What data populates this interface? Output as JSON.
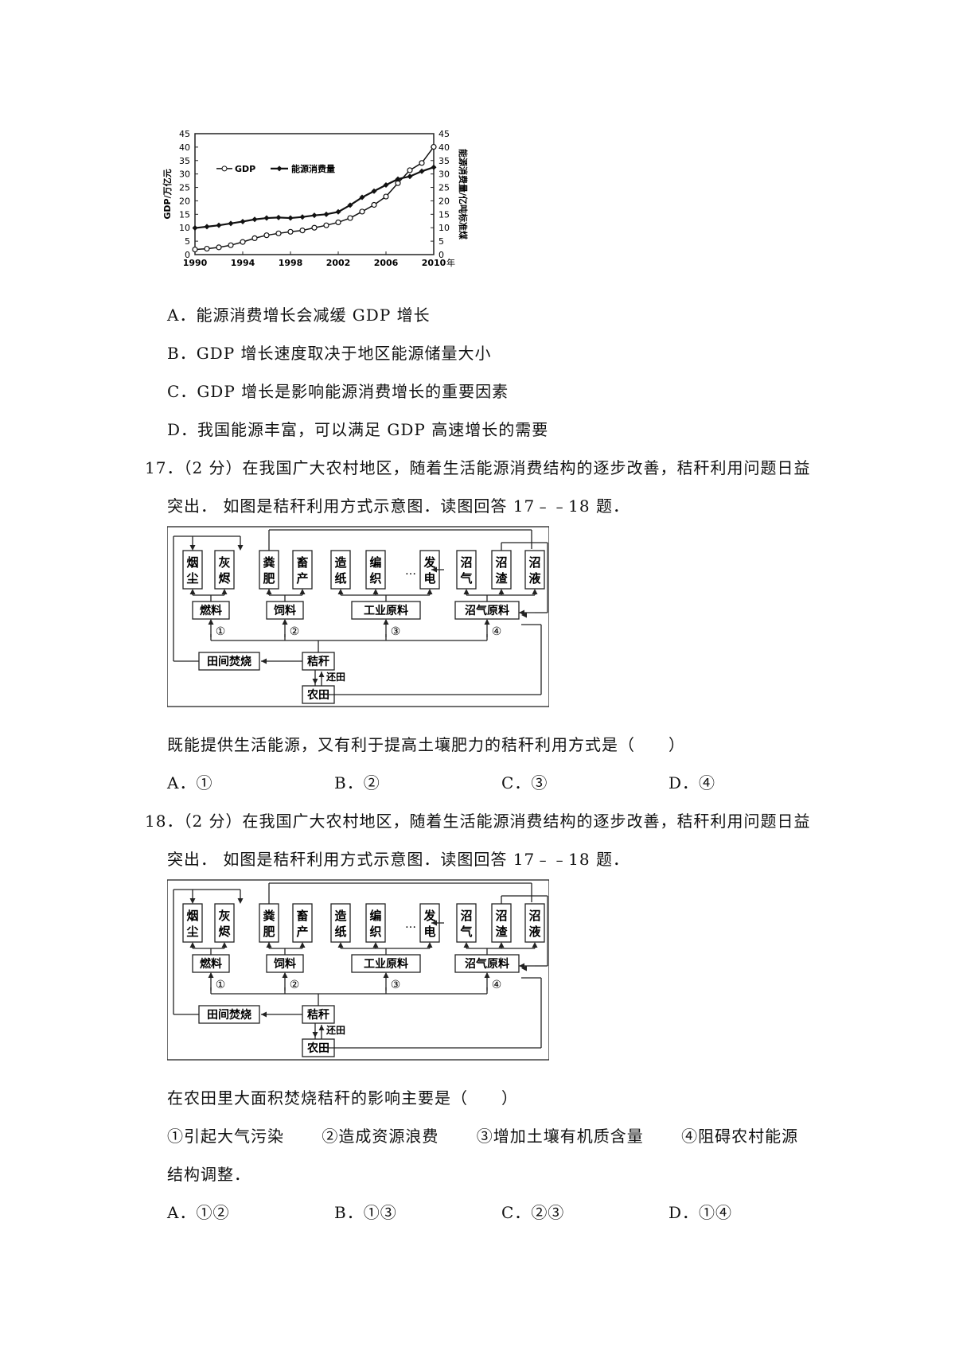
{
  "chart_data": {
    "type": "line",
    "x": [
      1990,
      1991,
      1992,
      1993,
      1994,
      1995,
      1996,
      1997,
      1998,
      1999,
      2000,
      2001,
      2002,
      2003,
      2004,
      2005,
      2006,
      2007,
      2008,
      2009,
      2010
    ],
    "series": [
      {
        "name": "GDP",
        "marker": "circle",
        "values": [
          1.9,
          2.2,
          2.7,
          3.5,
          4.7,
          6.1,
          7.2,
          7.9,
          8.5,
          9.0,
          10.0,
          10.9,
          12.0,
          13.6,
          16.0,
          18.5,
          21.6,
          26.6,
          31.4,
          34.1,
          40.1
        ]
      },
      {
        "name": "能源消费量",
        "marker": "diamond",
        "values": [
          9.9,
          10.4,
          10.9,
          11.6,
          12.3,
          13.1,
          13.6,
          13.8,
          13.6,
          14.0,
          14.6,
          15.0,
          15.9,
          18.4,
          21.3,
          23.6,
          25.9,
          28.1,
          29.1,
          31.0,
          32.5
        ]
      }
    ],
    "yticks": [
      0,
      5,
      10,
      15,
      20,
      25,
      30,
      35,
      40,
      45
    ],
    "xticks": [
      1990,
      1994,
      1998,
      2002,
      2006,
      2010
    ],
    "xlim": [
      1990,
      2010
    ],
    "ylim": [
      0,
      45
    ],
    "ylabel": "GDP/万亿元",
    "y2label": "能源消费量/亿吨标准煤",
    "xunit": "年",
    "legend_position": "top-left",
    "grid": false
  },
  "q16": {
    "options": [
      {
        "letter": "A．",
        "text": "能源消费增长会减缓 GDP 增长"
      },
      {
        "letter": "B．",
        "text": "GDP 增长速度取决于地区能源储量大小"
      },
      {
        "letter": "C．",
        "text": "GDP 增长是影响能源消费增长的重要因素"
      },
      {
        "letter": "D．",
        "text": "我国能源丰富，可以满足 GDP 高速增长的需要"
      }
    ]
  },
  "diagram": {
    "top_boxes": [
      "烟尘",
      "灰烬",
      "粪肥",
      "畜产",
      "造纸",
      "编织",
      "发电",
      "沼气",
      "沼渣",
      "沼液"
    ],
    "ellipsis": "…",
    "mid_boxes": [
      "燃料",
      "饲料",
      "工业原料",
      "沼气原料"
    ],
    "circles": [
      "①",
      "②",
      "③",
      "④"
    ],
    "burn": "田间焚烧",
    "straw": "秸秆",
    "return_label": "还田",
    "field": "农田"
  },
  "q17": {
    "line1": "17．（2 分）在我国广大农村地区，随着生活能源消费结构的逐步改善，秸秆利用问题日益",
    "line2": "突出．  如图是秸秆利用方式示意图．读图回答 17﹣﹣18 题．",
    "question": "既能提供生活能源，又有利于提高土壤肥力的秸秆利用方式是（　　）",
    "options": [
      {
        "letter": "A．",
        "text": "①"
      },
      {
        "letter": "B．",
        "text": "②"
      },
      {
        "letter": "C．",
        "text": "③"
      },
      {
        "letter": "D．",
        "text": "④"
      }
    ]
  },
  "q18": {
    "line1": "18．（2 分）在我国广大农村地区，随着生活能源消费结构的逐步改善，秸秆利用问题日益",
    "line2": "突出．  如图是秸秆利用方式示意图．读图回答 17﹣﹣18 题．",
    "question": "在农田里大面积焚烧秸秆的影响主要是（　　）",
    "statements": [
      "①引起大气污染",
      "②造成资源浪费",
      "③增加土壤有机质含量",
      "④阻碍农村能源"
    ],
    "statement_cont": "结构调整．",
    "options": [
      {
        "letter": "A．",
        "text": "①②"
      },
      {
        "letter": "B．",
        "text": "①③"
      },
      {
        "letter": "C．",
        "text": "②③"
      },
      {
        "letter": "D．",
        "text": "①④"
      }
    ]
  }
}
